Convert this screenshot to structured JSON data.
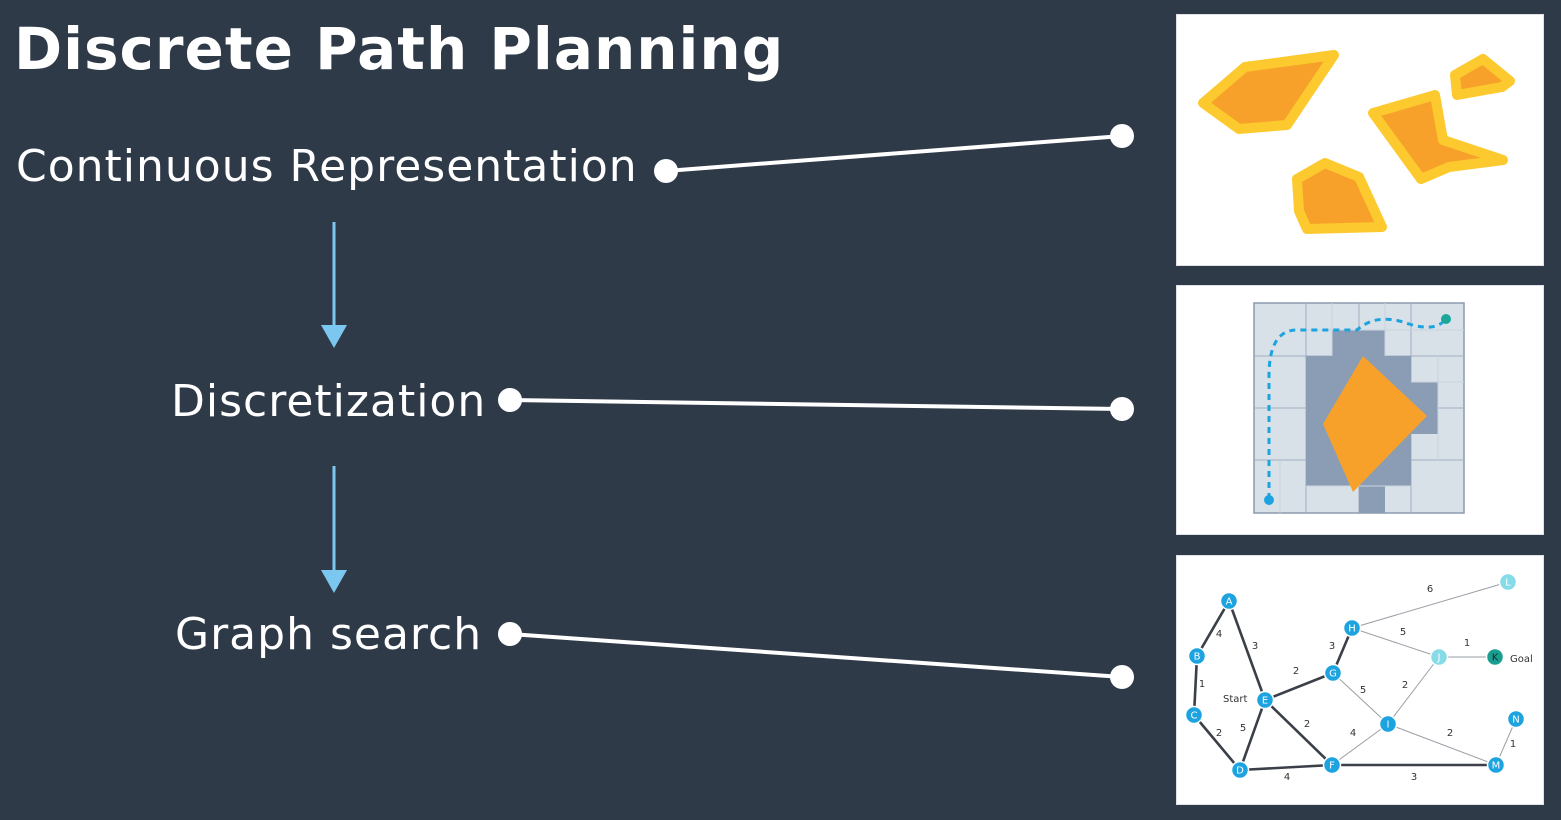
{
  "title": "Discrete Path Planning",
  "steps": [
    {
      "label": "Continuous Representation"
    },
    {
      "label": "Discretization"
    },
    {
      "label": "Graph search"
    }
  ],
  "colors": {
    "background": "#2f3a48",
    "arrow": "#7cc7f0",
    "connector": "#ffffff",
    "obstacle_fill": "#f7a12b",
    "obstacle_border": "#fcca2e",
    "node": "#1da3df",
    "node_goal": "#1a9e8f",
    "node_light": "#86dbe8"
  },
  "graph": {
    "start_label": "Start",
    "goal_label": "Goal",
    "nodes": [
      "A",
      "B",
      "C",
      "D",
      "E",
      "F",
      "G",
      "H",
      "I",
      "J",
      "K",
      "L",
      "M",
      "N"
    ],
    "edges": [
      {
        "from": "A",
        "to": "B",
        "w": "4"
      },
      {
        "from": "A",
        "to": "E",
        "w": "3"
      },
      {
        "from": "B",
        "to": "C",
        "w": "1"
      },
      {
        "from": "C",
        "to": "D",
        "w": "2"
      },
      {
        "from": "D",
        "to": "E",
        "w": "5"
      },
      {
        "from": "E",
        "to": "G",
        "w": "2"
      },
      {
        "from": "E",
        "to": "F",
        "w": "2"
      },
      {
        "from": "G",
        "to": "H",
        "w": "3"
      },
      {
        "from": "G",
        "to": "I",
        "w": "5"
      },
      {
        "from": "H",
        "to": "L",
        "w": "6"
      },
      {
        "from": "H",
        "to": "J",
        "w": "5"
      },
      {
        "from": "J",
        "to": "K",
        "w": "1"
      },
      {
        "from": "I",
        "to": "J",
        "w": "2"
      },
      {
        "from": "F",
        "to": "I",
        "w": "4"
      },
      {
        "from": "D",
        "to": "F",
        "w": "4"
      },
      {
        "from": "F",
        "to": "M",
        "w": "3"
      },
      {
        "from": "I",
        "to": "M",
        "w": "2"
      },
      {
        "from": "M",
        "to": "N",
        "w": "1"
      }
    ]
  }
}
